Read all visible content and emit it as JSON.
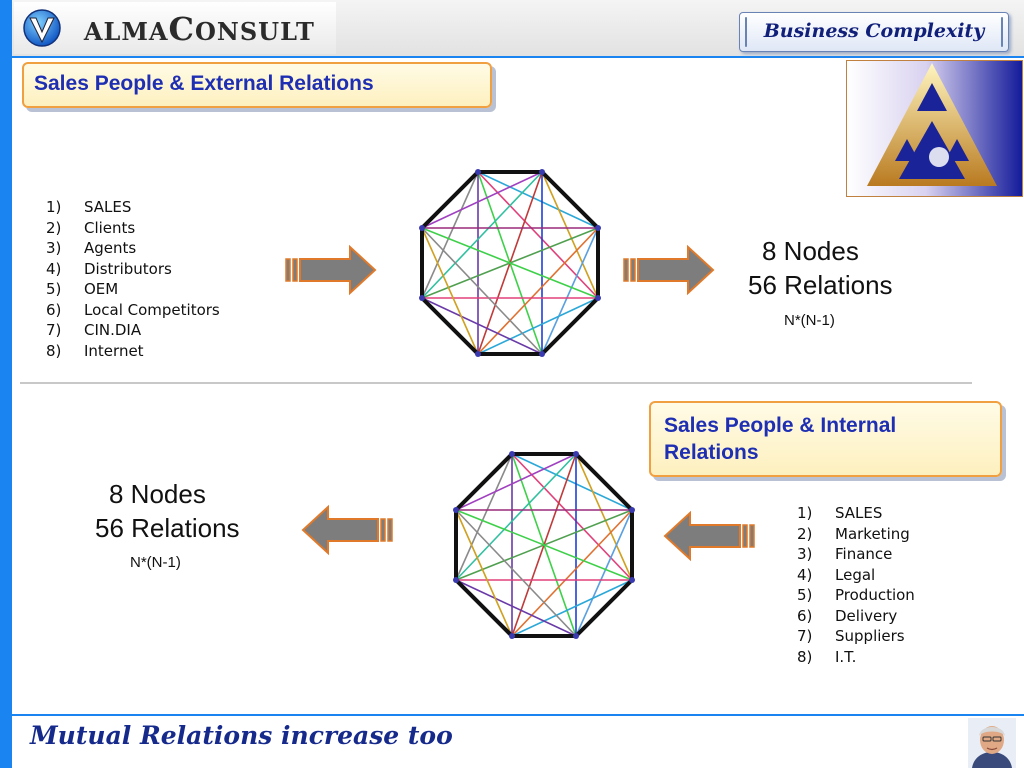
{
  "header": {
    "logo_text_big1": "V",
    "logo_text_small1": "ALMA",
    "logo_text_big2": "C",
    "logo_text_small2": "ONSULT",
    "section_label": "Business Complexity"
  },
  "external": {
    "title": "Sales People & External Relations",
    "items": [
      {
        "num": "1)",
        "label": "SALES"
      },
      {
        "num": "2)",
        "label": "Clients"
      },
      {
        "num": "3)",
        "label": "Agents"
      },
      {
        "num": "4)",
        "label": "Distributors"
      },
      {
        "num": "5)",
        "label": "OEM"
      },
      {
        "num": "6)",
        "label": "Local Competitors"
      },
      {
        "num": "7)",
        "label": "CIN.DIA"
      },
      {
        "num": "8)",
        "label": "Internet"
      }
    ],
    "nodes": "8 Nodes",
    "relations": "56 Relations",
    "formula": "N*(N-1)"
  },
  "internal": {
    "title": "Sales People & Internal Relations",
    "items": [
      {
        "num": "1)",
        "label": "SALES"
      },
      {
        "num": "2)",
        "label": "Marketing"
      },
      {
        "num": "3)",
        "label": "Finance"
      },
      {
        "num": "4)",
        "label": "Legal"
      },
      {
        "num": "5)",
        "label": "Production"
      },
      {
        "num": "6)",
        "label": "Delivery"
      },
      {
        "num": "7)",
        "label": "Suppliers"
      },
      {
        "num": "8)",
        "label": "I.T."
      }
    ],
    "nodes": "8 Nodes",
    "relations": "56 Relations",
    "formula": "N*(N-1)"
  },
  "footer": {
    "tagline": "Mutual Relations increase too"
  },
  "colors": {
    "accent_blue": "#1a84f0",
    "title_text": "#1e2fb4",
    "title_border": "#f0a040",
    "arrow_fill": "#7d7d7d",
    "arrow_stroke": "#e07a2a",
    "footer_text": "#162a8c"
  },
  "icons": [
    "valma-logo-icon",
    "fractal-image",
    "right-arrow-icon",
    "left-arrow-icon",
    "octagon-network-diagram",
    "presenter-avatar"
  ]
}
